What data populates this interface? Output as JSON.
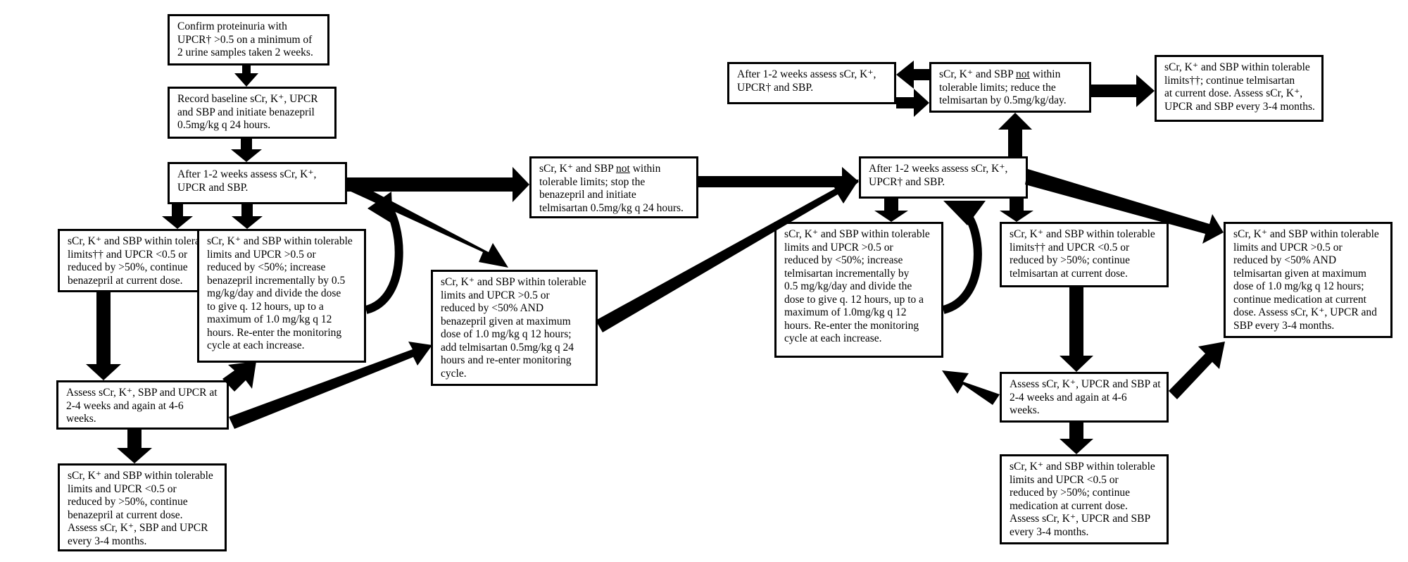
{
  "colors": {
    "ink": "#000000",
    "paper": "#ffffff"
  },
  "boxes": {
    "b1": {
      "lines": [
        "Confirm proteinuria with",
        "UPCR† >0.5 on a minimum of",
        "2 urine samples taken 2 weeks."
      ]
    },
    "b2": {
      "lines": [
        "Record baseline sCr, K⁺, UPCR",
        "and SBP and initiate benazepril",
        "0.5mg/kg q  24 hours."
      ]
    },
    "b3": {
      "lines": [
        "After 1-2 weeks assess sCr, K⁺,",
        "UPCR and SBP."
      ]
    },
    "b4": {
      "lines": [
        "sCr, K⁺ and SBP within tolerable",
        "limits†† and UPCR <0.5 or",
        "reduced by >50%, continue",
        "benazepril at current dose."
      ]
    },
    "b5": {
      "lines": [
        "sCr, K⁺ and SBP within tolerable",
        "limits and UPCR >0.5 or",
        "reduced by <50%; increase",
        "benazepril incrementally by 0.5",
        "mg/kg/day and divide the dose",
        "to give q. 12 hours, up to a",
        "maximum of 1.0 mg/kg q  12",
        "hours. Re-enter the monitoring",
        "cycle at each increase."
      ]
    },
    "b6": {
      "lines": [
        "Assess sCr, K⁺, SBP and UPCR at",
        "2-4 weeks and again at 4-6",
        "weeks."
      ]
    },
    "b7": {
      "lines": [
        "sCr, K⁺ and SBP within tolerable",
        "limits and UPCR <0.5 or",
        "reduced by >50%, continue",
        "benazepril at current dose.",
        "Assess sCr, K⁺, SBP and UPCR",
        "every 3-4 months."
      ]
    },
    "b8": {
      "line1_prefix": "sCr, K⁺ and SBP ",
      "line1_ul": "not",
      "line1_suffix": " within",
      "lines": [
        "tolerable limits; stop the",
        "benazepril and initiate",
        "telmisartan 0.5mg/kg q 24 hours."
      ]
    },
    "b9": {
      "lines": [
        "sCr, K⁺ and SBP within tolerable",
        "limits and UPCR >0.5 or",
        "reduced by <50% AND",
        "benazepril given at maximum",
        "dose of 1.0 mg/kg q 12 hours;",
        "add telmisartan 0.5mg/kg q 24",
        "hours and re-enter monitoring",
        "cycle."
      ]
    },
    "b10": {
      "lines": [
        "After 1-2 weeks assess sCr, K⁺,",
        "UPCR† and SBP."
      ]
    },
    "b11": {
      "lines": [
        "After 1-2 weeks assess sCr, K⁺,",
        "UPCR† and SBP."
      ]
    },
    "b12": {
      "line1_prefix": "sCr, K⁺ and SBP ",
      "line1_ul": "not",
      "line1_suffix": " within",
      "lines": [
        "tolerable limits; reduce the",
        "telmisartan by 0.5mg/kg/day."
      ]
    },
    "b13": {
      "lines": [
        "sCr, K⁺ and SBP within tolerable",
        "limits††; continue telmisartan",
        "at current dose. Assess sCr, K⁺,",
        "UPCR and SBP every 3-4 months."
      ]
    },
    "b14": {
      "lines": [
        "sCr, K⁺ and SBP within tolerable",
        "limits and UPCR >0.5 or",
        "reduced by <50%; increase",
        "telmisartan incrementally by",
        "0.5 mg/kg/day and divide the",
        "dose to give q. 12 hours, up to a",
        "maximum of 1.0mg/kg q 12",
        "hours. Re-enter the monitoring",
        "cycle at each increase."
      ]
    },
    "b15": {
      "lines": [
        "sCr, K⁺ and SBP within tolerable",
        "limits†† and UPCR <0.5 or",
        "reduced by >50%; continue",
        "telmisartan at current dose."
      ]
    },
    "b16": {
      "lines": [
        "sCr, K⁺ and SBP within tolerable",
        "limits and UPCR >0.5 or",
        "reduced by <50% AND",
        "telmisartan given at maximum",
        "dose of 1.0 mg/kg q 12 hours;",
        "continue medication at current",
        "dose. Assess sCr, K⁺, UPCR and",
        "SBP every 3-4 months."
      ]
    },
    "b17": {
      "lines": [
        "Assess sCr, K⁺, UPCR and SBP at",
        "2-4 weeks and again at 4-6",
        "weeks."
      ]
    },
    "b18": {
      "lines": [
        "sCr, K⁺ and SBP within tolerable",
        "limits and UPCR <0.5 or",
        "reduced by >50%; continue",
        "medication at current dose.",
        "Assess sCr, K⁺, UPCR and SBP",
        "every 3-4 months."
      ]
    }
  }
}
